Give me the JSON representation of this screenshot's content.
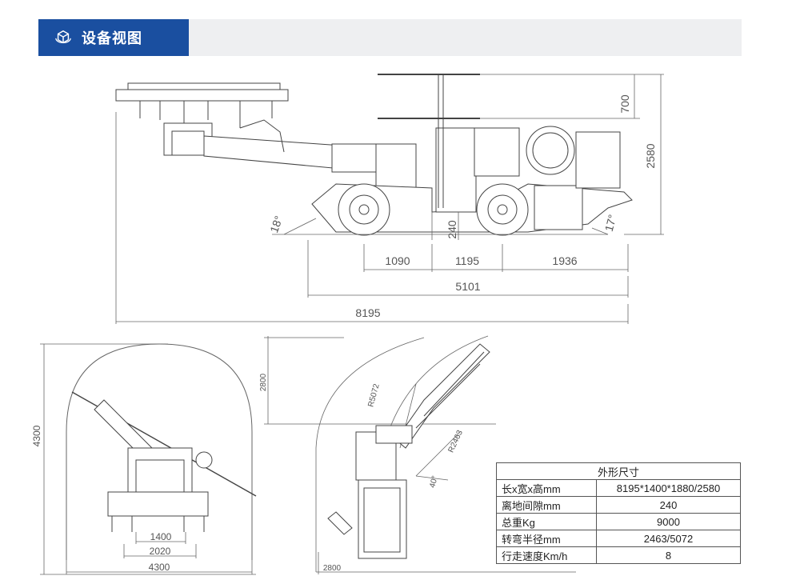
{
  "header": {
    "title": "设备视图",
    "icon": "cube-rotate-icon",
    "accent": "#1a4fa0"
  },
  "side_view": {
    "dims": {
      "canopy_height": "700",
      "total_height": "2580",
      "front_angle": "18°",
      "ground_clearance": "240",
      "rear_angle": "17°",
      "front_overhang": "1090",
      "wheelbase": "1195",
      "rear_overhang": "1936",
      "chassis_length": "5101",
      "total_length": "8195"
    }
  },
  "front_view": {
    "dims": {
      "height": "4300",
      "width_inner": "1400",
      "width_mid": "2020",
      "width_outer": "4300"
    }
  },
  "turning_view": {
    "dims": {
      "radius_outer": "R5072",
      "radius_inner": "R2463",
      "angle": "40°",
      "height": "2800",
      "width": "2800"
    }
  },
  "specs": {
    "title": "外形尺寸",
    "rows": [
      {
        "label": "长x宽x高mm",
        "value": "8195*1400*1880/2580"
      },
      {
        "label": "离地间隙mm",
        "value": "240"
      },
      {
        "label": "总重Kg",
        "value": "9000"
      },
      {
        "label": "转弯半径mm",
        "value": "2463/5072"
      },
      {
        "label": "行走速度Km/h",
        "value": "8"
      }
    ]
  }
}
